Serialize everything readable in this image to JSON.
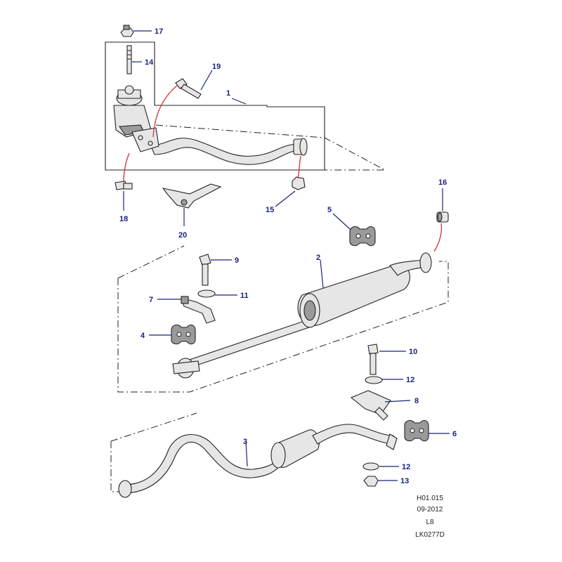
{
  "diagram": {
    "background_color": "#ffffff",
    "callout_color": "#1a237e",
    "connector_color": "#d32f2f",
    "callouts": [
      {
        "id": "c17",
        "label": "17"
      },
      {
        "id": "c14",
        "label": "14"
      },
      {
        "id": "c19",
        "label": "19"
      },
      {
        "id": "c1",
        "label": "1"
      },
      {
        "id": "c16",
        "label": "16"
      },
      {
        "id": "c18",
        "label": "18"
      },
      {
        "id": "c20",
        "label": "20"
      },
      {
        "id": "c15",
        "label": "15"
      },
      {
        "id": "c5",
        "label": "5"
      },
      {
        "id": "c9",
        "label": "9"
      },
      {
        "id": "c2",
        "label": "2"
      },
      {
        "id": "c11",
        "label": "11"
      },
      {
        "id": "c7",
        "label": "7"
      },
      {
        "id": "c4",
        "label": "4"
      },
      {
        "id": "c10",
        "label": "10"
      },
      {
        "id": "c12a",
        "label": "12"
      },
      {
        "id": "c8",
        "label": "8"
      },
      {
        "id": "c6",
        "label": "6"
      },
      {
        "id": "c3",
        "label": "3"
      },
      {
        "id": "c12b",
        "label": "12"
      },
      {
        "id": "c13",
        "label": "13"
      }
    ],
    "reference_block": {
      "figure_code": "H01.015",
      "date": "09-2012",
      "model": "L8",
      "drawing_number": "LK0277D"
    }
  }
}
